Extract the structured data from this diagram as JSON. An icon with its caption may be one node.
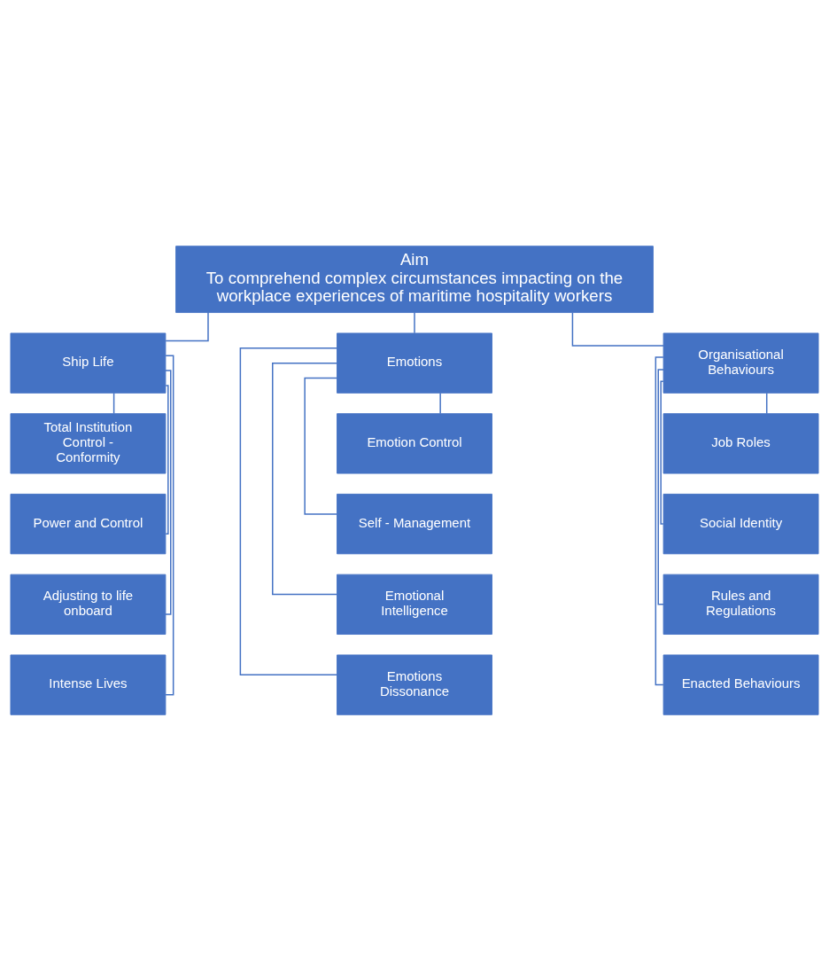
{
  "diagram": {
    "nodes": [
      {
        "text": [
          "Aim",
          "To comprehend complex circumstances impacting on the workplace experiences of maritime hospitality workers"
        ]
      },
      {
        "text": [
          "Ship Life"
        ]
      },
      {
        "text": [
          "Emotions"
        ]
      },
      {
        "text": [
          "Organisational Behaviours"
        ]
      },
      {
        "text": [
          "Total Institution Control - Conformity"
        ]
      },
      {
        "text": [
          "Power and Control"
        ]
      },
      {
        "text": [
          "Adjusting to life onboard"
        ]
      },
      {
        "text": [
          "Intense Lives"
        ]
      },
      {
        "text": [
          "Emotion Control"
        ]
      },
      {
        "text": [
          "Self - Management"
        ]
      },
      {
        "text": [
          "Emotional Intelligence"
        ]
      },
      {
        "text": [
          "Emotions Dissonance"
        ]
      },
      {
        "text": [
          "Job Roles"
        ]
      },
      {
        "text": [
          "Social Identity"
        ]
      },
      {
        "text": [
          "Rules and Regulations"
        ]
      },
      {
        "text": [
          "Enacted Behaviours"
        ]
      }
    ],
    "edges": [
      {
        "from": 0,
        "to": 1,
        "arrow": "none"
      },
      {
        "from": 0,
        "to": 2,
        "arrow": "none"
      },
      {
        "from": 0,
        "to": 3,
        "arrow": "none"
      },
      {
        "from": 1,
        "to": 4,
        "arrow": "none"
      },
      {
        "from": 1,
        "to": 5,
        "arrow": "none"
      },
      {
        "from": 1,
        "to": 6,
        "arrow": "none"
      },
      {
        "from": 1,
        "to": 7,
        "arrow": "none"
      },
      {
        "from": 2,
        "to": 8,
        "arrow": "none"
      },
      {
        "from": 2,
        "to": 9,
        "arrow": "none"
      },
      {
        "from": 2,
        "to": 10,
        "arrow": "none"
      },
      {
        "from": 2,
        "to": 11,
        "arrow": "none"
      },
      {
        "from": 3,
        "to": 12,
        "arrow": "none"
      },
      {
        "from": 3,
        "to": 13,
        "arrow": "none"
      },
      {
        "from": 3,
        "to": 14,
        "arrow": "none"
      },
      {
        "from": 3,
        "to": 15,
        "arrow": "none"
      }
    ]
  }
}
